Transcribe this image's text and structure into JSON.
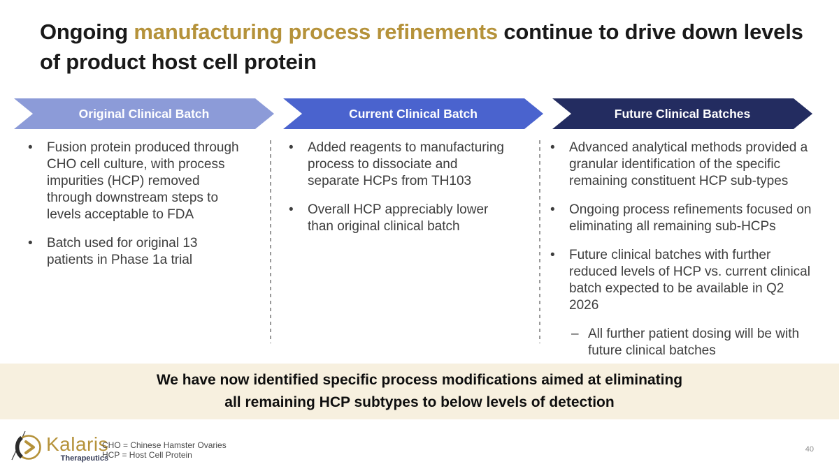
{
  "title": {
    "pre": "Ongoing ",
    "highlight": "manufacturing process refinements",
    "post": " continue to drive down levels of product host cell protein"
  },
  "columns": [
    {
      "header": "Original Clinical Batch",
      "color": "#8C9BD8",
      "bullets": [
        {
          "level": 1,
          "text": "Fusion protein produced through CHO cell culture, with process impurities (HCP) removed through downstream steps to levels acceptable to FDA"
        },
        {
          "level": 1,
          "text": "Batch used for original 13 patients in Phase 1a trial"
        }
      ]
    },
    {
      "header": "Current Clinical Batch",
      "color": "#4A63CE",
      "bullets": [
        {
          "level": 1,
          "text": "Added reagents to manufacturing process to dissociate and separate HCPs from TH103"
        },
        {
          "level": 1,
          "text": "Overall HCP appreciably lower than original clinical batch"
        }
      ]
    },
    {
      "header": "Future Clinical Batches",
      "color": "#232C60",
      "bullets": [
        {
          "level": 1,
          "text": "Advanced analytical methods provided a granular identification of the specific remaining constituent HCP sub-types"
        },
        {
          "level": 1,
          "text": "Ongoing process refinements focused on eliminating all remaining sub-HCPs"
        },
        {
          "level": 1,
          "text": "Future clinical batches with further reduced levels of HCP vs. current clinical batch expected to be available in Q2 2026"
        },
        {
          "level": 2,
          "text": "All further patient dosing will be with future clinical batches"
        }
      ]
    }
  ],
  "callout": {
    "line1": "We have now identified specific process modifications aimed at eliminating",
    "line2": "all remaining HCP subtypes to below levels of detection",
    "background": "#F7F0DF"
  },
  "footer": {
    "logo_name": "Kalaris",
    "logo_sub": "Therapeutics",
    "footnotes": [
      "CHO = Chinese Hamster Ovaries",
      "HCP = Host Cell Protein"
    ],
    "page_number": "40"
  },
  "colors": {
    "accent_gold": "#B5923A",
    "arrow_light": "#8C9BD8",
    "arrow_medium": "#4A63CE",
    "arrow_dark": "#232C60",
    "callout_bg": "#F7F0DF",
    "body_text": "#3d3d3d"
  },
  "markers": {
    "level1": "•",
    "level2": "–"
  }
}
